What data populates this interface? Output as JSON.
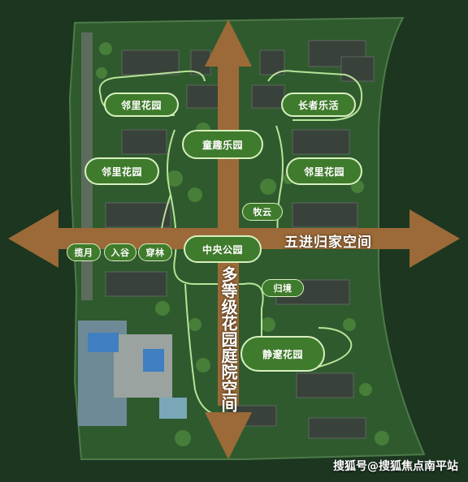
{
  "colors": {
    "background": "#1f3b22",
    "site": "#2f5a2e",
    "arrow": "#9b6a38",
    "pill_fill": "#3f7b2c",
    "pill_border": "#d8f0c0",
    "path_line": "#c6f2a4"
  },
  "gardens": [
    {
      "id": "linli-1",
      "label": "邻里花园"
    },
    {
      "id": "zhangzhe",
      "label": "长者乐活"
    },
    {
      "id": "tongqu",
      "label": "童趣乐园"
    },
    {
      "id": "linli-2",
      "label": "邻里花园"
    },
    {
      "id": "linli-3",
      "label": "邻里花园"
    },
    {
      "id": "muyun",
      "label": "牧云"
    },
    {
      "id": "lanyue",
      "label": "揽月"
    },
    {
      "id": "rugu",
      "label": "入谷"
    },
    {
      "id": "chuanlin",
      "label": "穿林"
    },
    {
      "id": "zhongyang",
      "label": "中央公园"
    },
    {
      "id": "guijing",
      "label": "归境"
    },
    {
      "id": "jingsui",
      "label": "静邃花园"
    }
  ],
  "headline_horizontal": "五进归家空间",
  "headline_vertical": "多等级花园庭院空间",
  "watermark": "搜狐号@搜狐焦点南平站"
}
